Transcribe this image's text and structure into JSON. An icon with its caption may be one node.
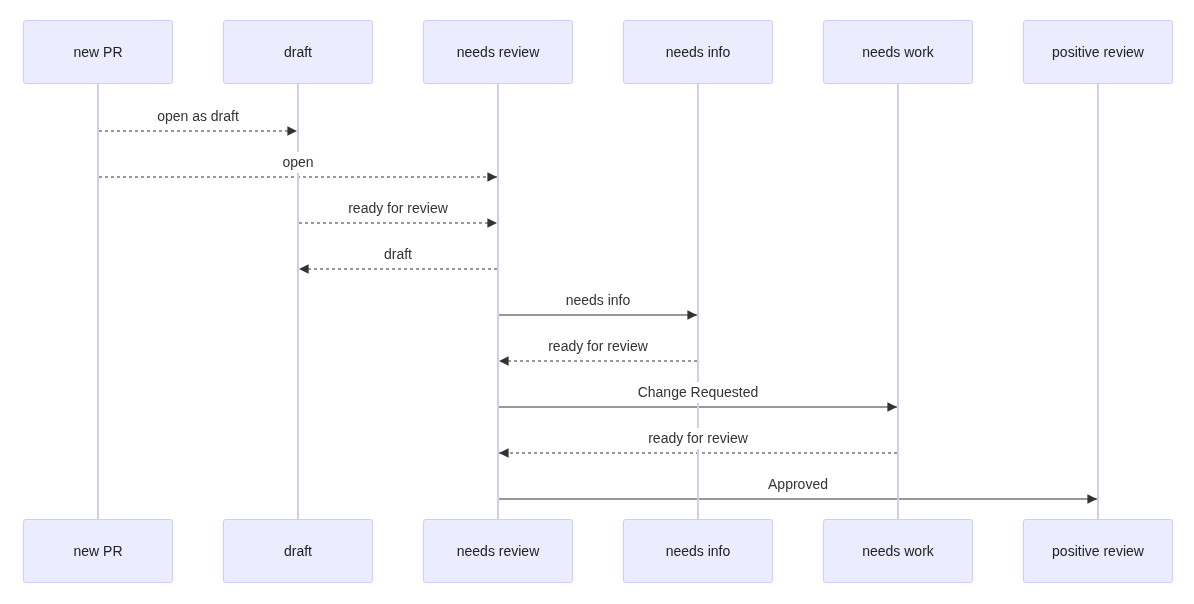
{
  "diagram": {
    "nodes": [
      {
        "text": [
          "new PR"
        ]
      },
      {
        "text": [
          "draft"
        ]
      },
      {
        "text": [
          "needs review"
        ]
      },
      {
        "text": [
          "needs info"
        ]
      },
      {
        "text": [
          "needs work"
        ]
      },
      {
        "text": [
          "positive review"
        ]
      },
      {
        "text": [],
        "shape": "bar"
      },
      {
        "text": [],
        "shape": "bar"
      },
      {
        "text": [],
        "shape": "bar"
      },
      {
        "text": [],
        "shape": "bar"
      },
      {
        "text": [],
        "shape": "bar"
      },
      {
        "text": [],
        "shape": "bar"
      },
      {
        "text": [
          "new PR"
        ]
      },
      {
        "text": [
          "draft"
        ]
      },
      {
        "text": [
          "needs review"
        ]
      },
      {
        "text": [
          "needs info"
        ]
      },
      {
        "text": [
          "needs work"
        ]
      },
      {
        "text": [
          "positive review"
        ]
      }
    ],
    "edges": [
      {
        "from": 6,
        "to": 7,
        "arrow": "to",
        "label": "open as draft",
        "style": "dashed"
      },
      {
        "from": 6,
        "to": 8,
        "arrow": "to",
        "label": "open",
        "style": "dashed"
      },
      {
        "from": 7,
        "to": 8,
        "arrow": "to",
        "label": "ready for review",
        "style": "dashed"
      },
      {
        "from": 8,
        "to": 7,
        "arrow": "to",
        "label": "draft",
        "style": "dashed"
      },
      {
        "from": 8,
        "to": 9,
        "arrow": "to",
        "label": "needs info"
      },
      {
        "from": 9,
        "to": 8,
        "arrow": "to",
        "label": "ready for review",
        "style": "dashed"
      },
      {
        "from": 8,
        "to": 10,
        "arrow": "to",
        "label": "Change Requested"
      },
      {
        "from": 10,
        "to": 8,
        "arrow": "to",
        "label": "ready for review",
        "style": "dashed"
      },
      {
        "from": 8,
        "to": 11,
        "arrow": "to",
        "label": "Approved"
      }
    ]
  }
}
